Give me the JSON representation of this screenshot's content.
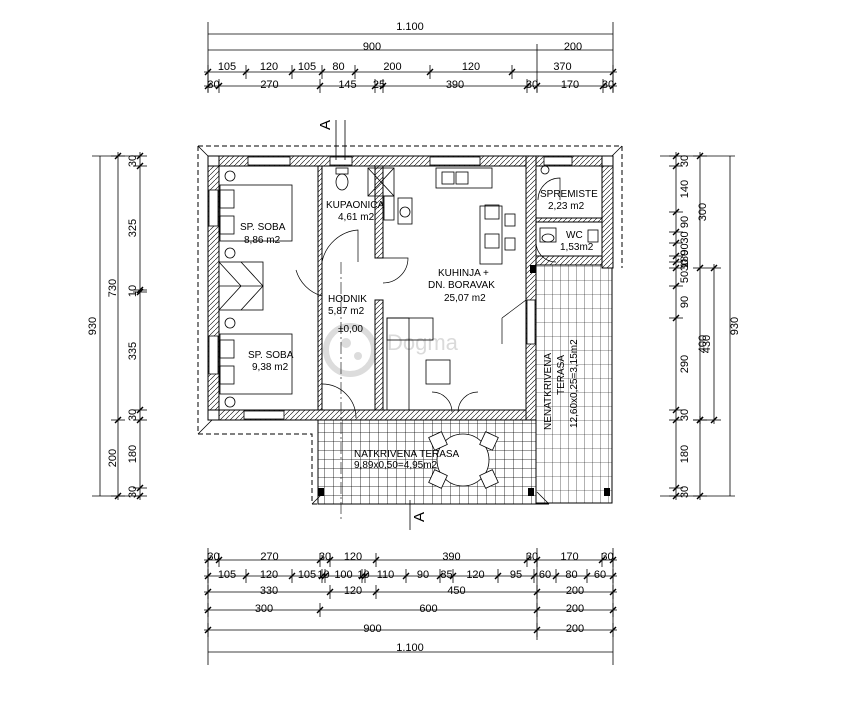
{
  "dimensions": {
    "top": {
      "total": "1.100",
      "sub_left": "900",
      "sub_right": "200",
      "row1": [
        "105",
        "120",
        "105",
        "80",
        "200",
        "120",
        "370"
      ],
      "row2": [
        "30",
        "270",
        "145",
        "25",
        "390",
        "30",
        "170",
        "30"
      ]
    },
    "bottom": {
      "row1": [
        "30",
        "270",
        "30",
        "120",
        "390",
        "30",
        "170",
        "30"
      ],
      "row2": [
        "105",
        "120",
        "105",
        "10",
        "100",
        "10",
        "110",
        "90",
        "35",
        "120",
        "95",
        "60",
        "80",
        "60"
      ],
      "row3": [
        "330",
        "120",
        "450",
        "200"
      ],
      "row4": [
        "300",
        "600",
        "200"
      ],
      "row5": [
        "900",
        "200"
      ],
      "total": "1.100"
    },
    "left": {
      "total": "930",
      "mid": [
        "730",
        "200"
      ],
      "inner": [
        "30",
        "325",
        "10",
        "335",
        "30",
        "180",
        "30"
      ]
    },
    "right": {
      "col1": [
        "30",
        "140",
        "90",
        "30",
        "90",
        "180",
        "30",
        "50",
        "90",
        "290",
        "30",
        "180",
        "30"
      ],
      "col2": [
        "300",
        "400"
      ],
      "col3": [
        "430"
      ],
      "total": "930"
    }
  },
  "section_marker": "A",
  "rooms": {
    "bedroom1": {
      "name": "SP. SOBA",
      "area": "8,86 m2"
    },
    "bathroom": {
      "name": "KUPAONICA",
      "area": "4,61 m2"
    },
    "storage": {
      "name": "SPREMISTE",
      "area": "2,23 m2"
    },
    "wc": {
      "name": "WC",
      "area": "1,53m2"
    },
    "kitchen": {
      "name": "KUHINJA +",
      "name2": "DN. BORAVAK",
      "area": "25,07 m2"
    },
    "hall": {
      "name": "HODNIK",
      "area": "5,87 m2",
      "level": "±0,00"
    },
    "bedroom2": {
      "name": "SP. SOBA",
      "area": "9,38 m2"
    },
    "terrace_covered": {
      "name": "NATKRIVENA TERASA",
      "area": "9,89x0,50=4,95m2"
    },
    "terrace_open": {
      "name": "NENATKRIVENA",
      "name2": "TERASA",
      "area": "12,60x0,25=3,15m2"
    }
  },
  "watermark": "Dogma"
}
